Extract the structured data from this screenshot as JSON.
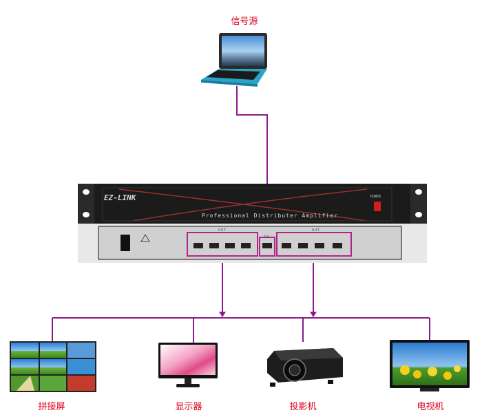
{
  "labels": {
    "source": "信号源",
    "splice_screen": "拼接屏",
    "monitor": "显示器",
    "projector": "投影机",
    "tv": "电视机"
  },
  "device": {
    "brand": "EZ-LINK",
    "model_text": "Professional Distributer Amplifier",
    "power_label": "POWER",
    "out_label_left": "OUT",
    "out_label_right": "OUT",
    "in_label": "IN"
  },
  "colors": {
    "line": "#8b1a8b",
    "label": "#e0001b",
    "port_box": "#b0248a",
    "chassis": "#1a1a1a"
  },
  "icons": {
    "source": "laptop-icon",
    "splice_screen": "video-wall-icon",
    "monitor": "monitor-icon",
    "projector": "projector-icon",
    "tv": "tv-icon"
  }
}
